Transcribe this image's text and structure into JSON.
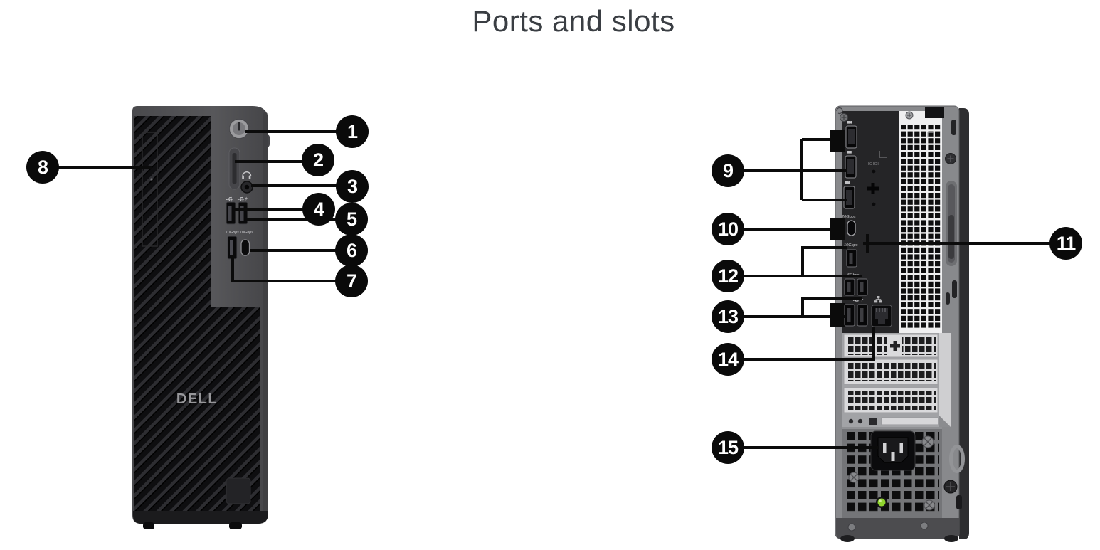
{
  "page": {
    "title": "Ports and slots"
  },
  "front_view": {
    "device_logo": "DELL",
    "port_labels": {
      "usb_10gbps": "10Gbps"
    },
    "callouts": [
      {
        "number": "1"
      },
      {
        "number": "2"
      },
      {
        "number": "3"
      },
      {
        "number": "4"
      },
      {
        "number": "5"
      },
      {
        "number": "6"
      },
      {
        "number": "7"
      },
      {
        "number": "8"
      }
    ]
  },
  "rear_view": {
    "port_labels": {
      "usb_c_20gbps": "20Gbps",
      "usb_a_10gbps": "10Gbps",
      "usb_a_5gbps": "5Gbps",
      "serial_knockout": "IOIOI"
    },
    "callouts": [
      {
        "number": "9"
      },
      {
        "number": "10"
      },
      {
        "number": "11"
      },
      {
        "number": "12"
      },
      {
        "number": "13"
      },
      {
        "number": "14"
      },
      {
        "number": "15"
      }
    ]
  },
  "colors": {
    "callout_bg": "#0a0a0a",
    "callout_text": "#ffffff",
    "led_green": "#8fd42e",
    "title_text": "#3a3e43",
    "background": "#ffffff"
  }
}
